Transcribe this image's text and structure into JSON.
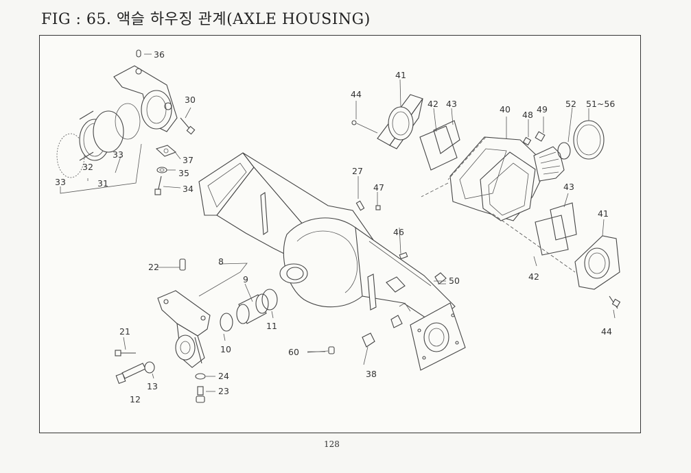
{
  "title": "FIG : 65. 액슬 하우징 관계(AXLE HOUSING)",
  "page_number": "128",
  "part_labels": [
    {
      "id": "p36a",
      "text": "36"
    },
    {
      "id": "p30",
      "text": "30"
    },
    {
      "id": "p33a",
      "text": "33"
    },
    {
      "id": "p32",
      "text": "32"
    },
    {
      "id": "p33b",
      "text": "33"
    },
    {
      "id": "p31",
      "text": "31"
    },
    {
      "id": "p37",
      "text": "37"
    },
    {
      "id": "p35",
      "text": "35"
    },
    {
      "id": "p34",
      "text": "34"
    },
    {
      "id": "p44a",
      "text": "44"
    },
    {
      "id": "p41a",
      "text": "41"
    },
    {
      "id": "p42a",
      "text": "42"
    },
    {
      "id": "p43a",
      "text": "43"
    },
    {
      "id": "p40",
      "text": "40"
    },
    {
      "id": "p48",
      "text": "48"
    },
    {
      "id": "p49",
      "text": "49"
    },
    {
      "id": "p52",
      "text": "52"
    },
    {
      "id": "p51",
      "text": "51~56"
    },
    {
      "id": "p27",
      "text": "27"
    },
    {
      "id": "p47",
      "text": "47"
    },
    {
      "id": "p43b",
      "text": "43"
    },
    {
      "id": "p41b",
      "text": "41"
    },
    {
      "id": "p46",
      "text": "46"
    },
    {
      "id": "p22",
      "text": "22"
    },
    {
      "id": "p8",
      "text": "8"
    },
    {
      "id": "p9",
      "text": "9"
    },
    {
      "id": "p50",
      "text": "50"
    },
    {
      "id": "p42b",
      "text": "42"
    },
    {
      "id": "p44b",
      "text": "44"
    },
    {
      "id": "p11",
      "text": "11"
    },
    {
      "id": "p21",
      "text": "21"
    },
    {
      "id": "p10",
      "text": "10"
    },
    {
      "id": "p60",
      "text": "60"
    },
    {
      "id": "p38",
      "text": "38"
    },
    {
      "id": "p24",
      "text": "24"
    },
    {
      "id": "p13",
      "text": "13"
    },
    {
      "id": "p23",
      "text": "23"
    },
    {
      "id": "p12",
      "text": "12"
    }
  ]
}
